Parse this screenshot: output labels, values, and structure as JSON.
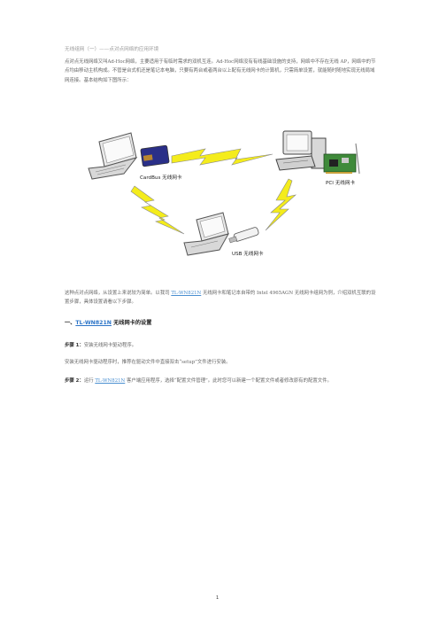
{
  "doc": {
    "title": "无线组网（一）——点对点网络的应用环境",
    "intro_p1": "点对点无线网络又叫Ad-Hoc网络，主要适用于有临时需求的双机互连。Ad-Hoc网络没有有线基础设施的支持，网络中不存在无线 AP，网络中的节点均由移动主机构成。不管是台式机还是笔记本电脑，只要有两台或者两台以上配有无线网卡的计算机，只需简单设置，就能随时随地实现无线局域网连接。基本结构如下图所示：",
    "diagram": {
      "label_cardbus": "CardBus 无线网卡",
      "label_pci": "PCI 无线网卡",
      "label_usb": "USB 无线网卡"
    },
    "p2_before": "这种点对点网络，从设置上来说较为简单。以我司 ",
    "p2_link": "TL-WN821N",
    "p2_after": " 无线网卡和笔记本自带的 Intel 4965AGN 无线网卡组网为例，介绍双机互联的设置步骤，具体设置请看以下步骤。",
    "section_prefix": "一、",
    "section_link": "TL-WN821N",
    "section_suffix": " 无线网卡的设置",
    "step1_label": "步骤 1：",
    "step1_text": "安装无线网卡驱动程序。",
    "step1_detail": "安装无线网卡驱动程序时，推荐在驱动文件中直接双击“setup”文件进行安装。",
    "step2_label": "步骤 2：",
    "step2_before": "运行 ",
    "step2_link": "TL-WN821N",
    "step2_after": " 客户端应用程序，选择“配置文件管理”。此时您可以新建一个配置文件或者修改原有的配置文件。",
    "page_number": "1"
  }
}
